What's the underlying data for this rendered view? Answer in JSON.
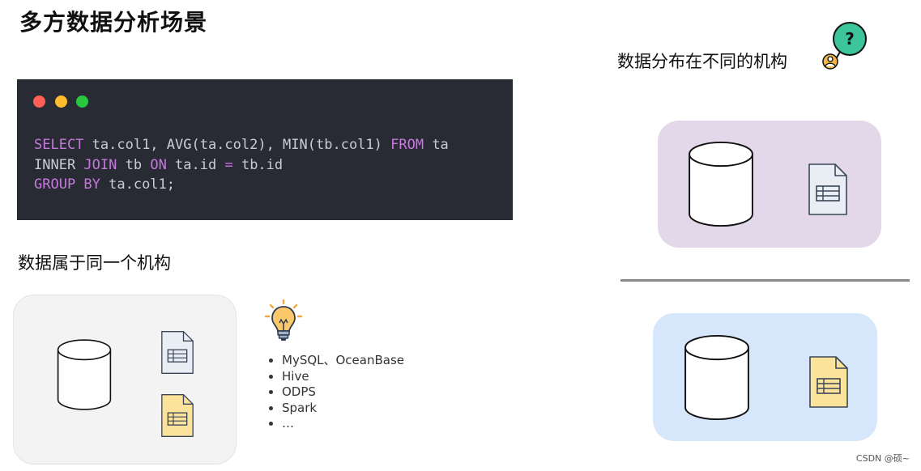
{
  "title": "多方数据分析场景",
  "code_window": {
    "lines": [
      [
        {
          "t": "SELECT",
          "kw": true
        },
        {
          "t": " ta.col1, AVG(ta.col2), MIN(tb.col1) ",
          "kw": false
        },
        {
          "t": "FROM",
          "kw": true
        },
        {
          "t": " ta",
          "kw": false
        }
      ],
      [
        {
          "t": "INNER ",
          "kw": false
        },
        {
          "t": "JOIN",
          "kw": true
        },
        {
          "t": " tb ",
          "kw": false
        },
        {
          "t": "ON",
          "kw": true
        },
        {
          "t": " ta.id ",
          "kw": false
        },
        {
          "t": "=",
          "kw": true
        },
        {
          "t": " tb.id",
          "kw": false
        }
      ],
      [
        {
          "t": "GROUP BY",
          "kw": true
        },
        {
          "t": " ta.col1;",
          "kw": false
        }
      ]
    ],
    "colors": {
      "background": "#282b33",
      "text": "#c8ccd4",
      "keyword": "#c678dd"
    }
  },
  "same_org": {
    "label": "数据属于同一个机构",
    "engines": [
      "MySQL、OceanBase",
      "Hive",
      "ODPS",
      "Spark",
      "…"
    ]
  },
  "diff_org": {
    "label": "数据分布在不同的机构",
    "question_mark": "?"
  },
  "colors": {
    "panel_gray": "#f3f3f3",
    "panel_purple": "#e3d8ea",
    "panel_blue": "#d7e7fb",
    "doc_gray": "#e9eef5",
    "doc_yellow": "#fbe39b",
    "divider": "#8a8a8a"
  },
  "icons": [
    "database-icon",
    "spreadsheet-file-icon",
    "lightbulb-icon",
    "question-person-icon"
  ],
  "watermark": "CSDN @硕~"
}
